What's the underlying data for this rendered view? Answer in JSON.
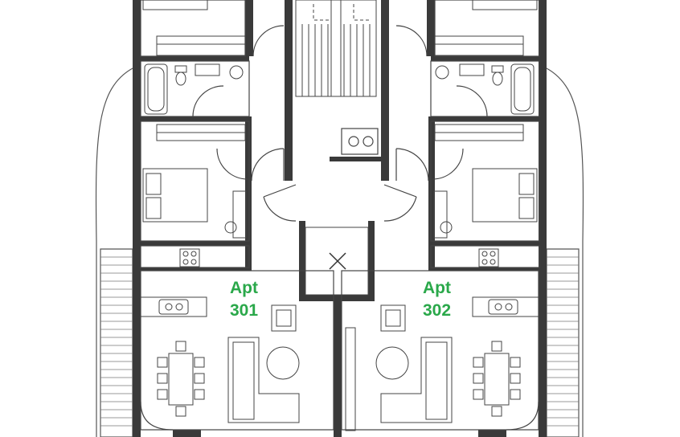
{
  "plan": {
    "apartments": [
      {
        "id": "301",
        "line1": "Apt",
        "line2": "301",
        "color": "#2aa84a"
      },
      {
        "id": "302",
        "line1": "Apt",
        "line2": "302",
        "color": "#2aa84a"
      }
    ]
  },
  "colors": {
    "wall": "#3a3a3a",
    "line": "#555555",
    "background": "#ffffff",
    "label": "#2aa84a"
  },
  "icons": [
    "lift-x-icon",
    "toilet-icon",
    "bathtub-icon",
    "sink-icon",
    "bed-icon",
    "hob-icon",
    "dining-table-icon",
    "sofa-icon",
    "stair-icon",
    "wheelchair-icon"
  ]
}
